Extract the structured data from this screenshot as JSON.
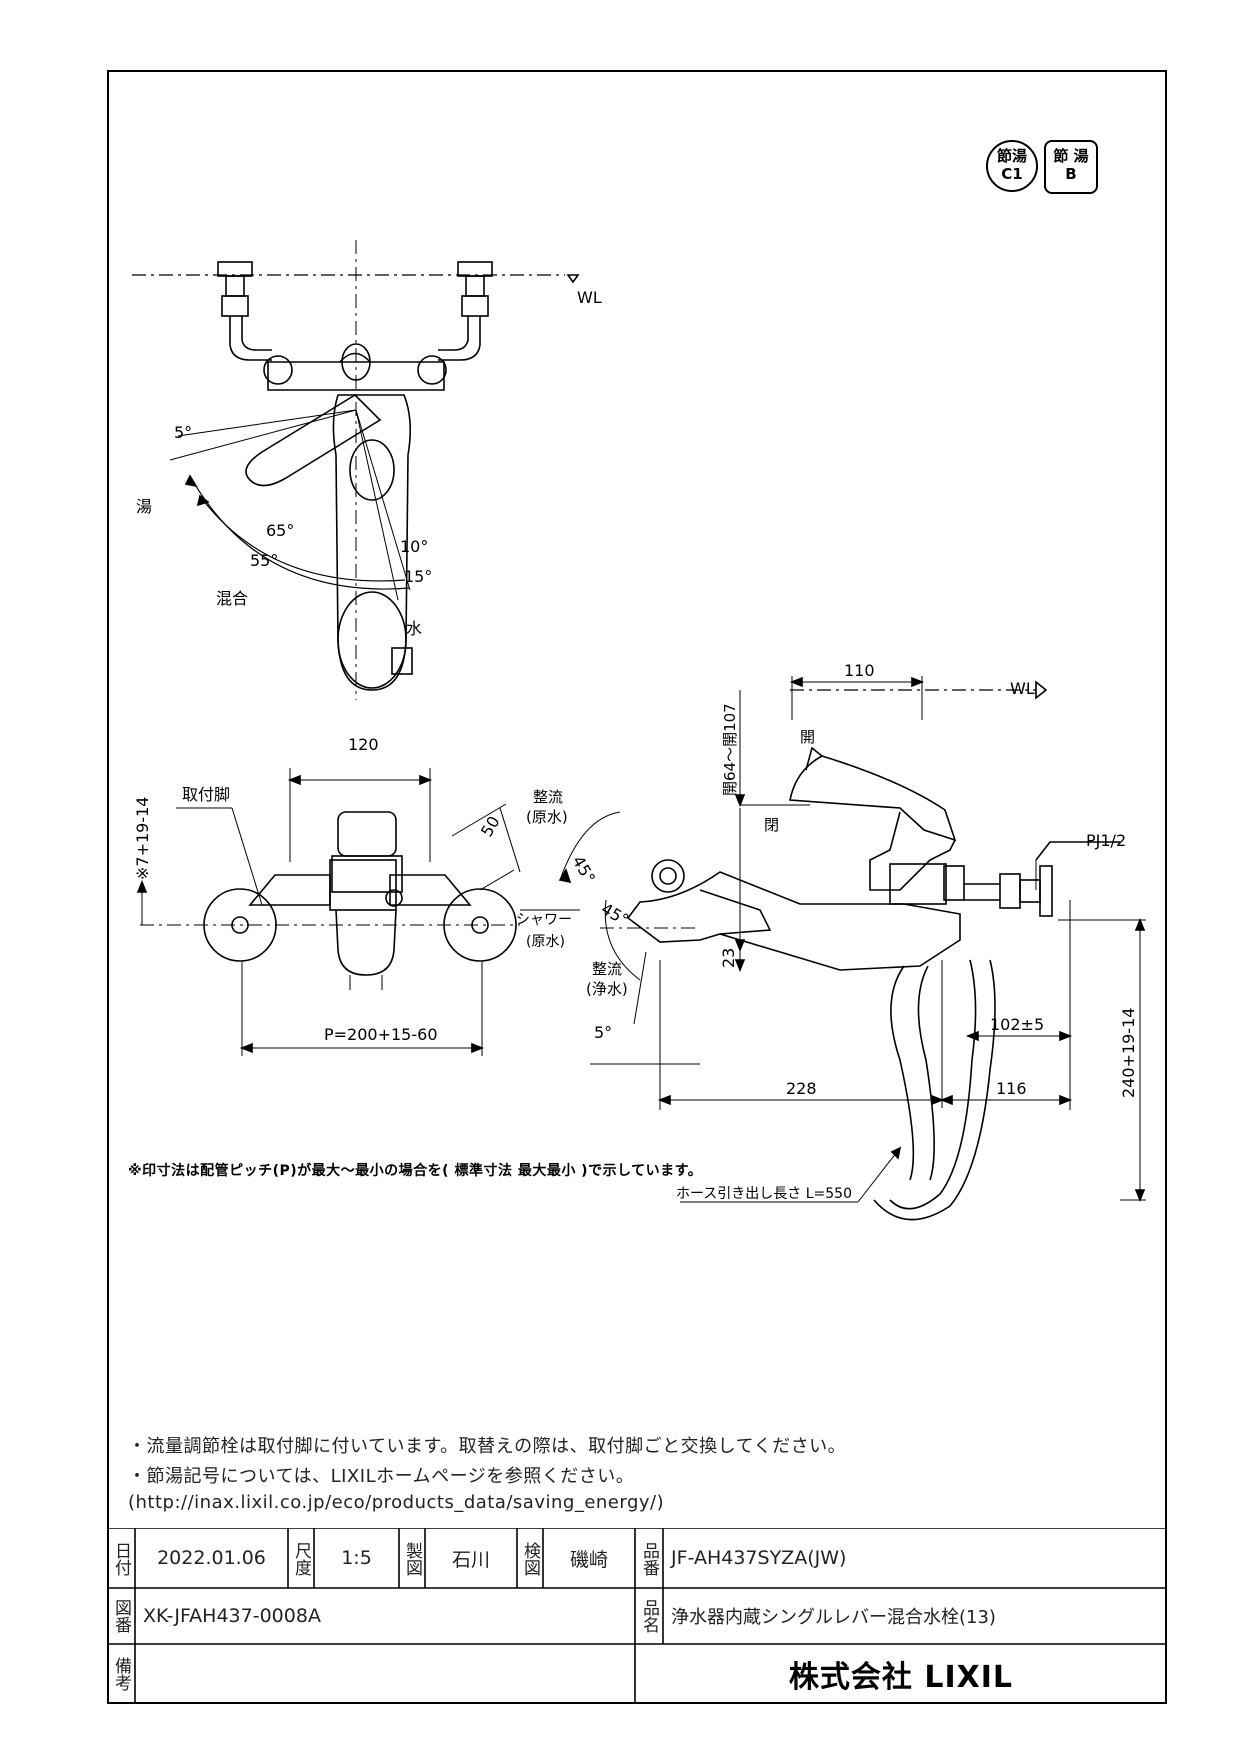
{
  "badges": [
    {
      "line1": "節湯",
      "line2": "C1"
    },
    {
      "line1": "節 湯",
      "line2": "B"
    }
  ],
  "top_view": {
    "wl": "WL",
    "hot": "湯",
    "mix": "混合",
    "cold": "水",
    "angles": [
      "5°",
      "65°",
      "55°",
      "10°",
      "15°"
    ]
  },
  "front_view": {
    "width": "120",
    "mount_leg": "取付脚",
    "offset": "※7+19-14",
    "diag": "50",
    "pitch": "P=200+15-60",
    "shower": "シャワー",
    "shower_sub": "(原水)"
  },
  "side_view": {
    "wl": "WL",
    "width_110": "110",
    "open_range": "開64～開107",
    "open1": "開",
    "open2": "閉",
    "flow_raw": "整流",
    "flow_raw_sub": "(原水)",
    "flow_pure": "整流",
    "flow_pure_sub": "(浄水)",
    "a45a": "45°",
    "a45b": "45°",
    "a5": "5°",
    "h23": "23",
    "pj": "PJ1/2",
    "d102": "102±5",
    "d228": "228",
    "d116": "116",
    "d240": "240+19-14",
    "hose": "ホース引き出し長さ L=550"
  },
  "note_asterisk": "※印寸法は配管ピッチ(P)が最大～最小の場合を( 標準寸法 最大最小 )で示しています。",
  "notes": [
    "・流量調節栓は取付脚に付いています。取替えの際は、取付脚ごと交換してください。",
    "・節湯記号については、LIXILホームページを参照ください。",
    "(http://inax.lixil.co.jp/eco/products_data/saving_energy/)"
  ],
  "title_block": {
    "date_label": "日付",
    "date": "2022.01.06",
    "scale_label": "尺度",
    "scale": "1:5",
    "drawn_label": "製図",
    "drawn": "石川",
    "checked_label": "検図",
    "checked": "磯崎",
    "product_no_label": "品番",
    "product_no": "JF-AH437SYZA(JW)",
    "drawing_no_label": "図番",
    "drawing_no": "XK-JFAH437-0008A",
    "product_name_label": "品名",
    "product_name": "浄水器内蔵シングルレバー混合水栓(13)",
    "remarks_label": "備考",
    "company": "株式会社 LIXIL"
  }
}
